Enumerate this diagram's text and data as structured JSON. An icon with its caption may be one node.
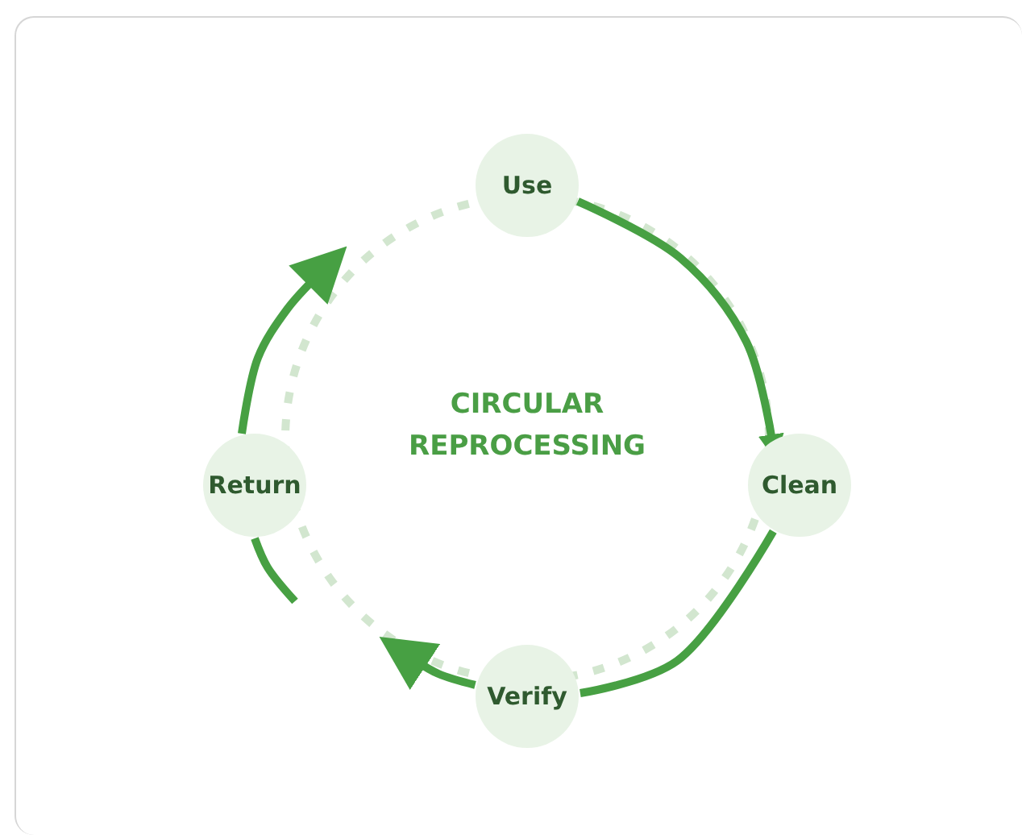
{
  "diagram": {
    "title": "CIRCULAR REPROCESSING",
    "nodes": [
      {
        "text": [
          "Use"
        ]
      },
      {
        "text": [
          "Clean"
        ]
      },
      {
        "text": [
          "Verify"
        ]
      },
      {
        "text": [
          "Return"
        ]
      }
    ],
    "edges": [
      {
        "from": 0,
        "to": 1,
        "arrow": "to"
      },
      {
        "from": 1,
        "to": 2,
        "arrow": "none"
      },
      {
        "from": 2,
        "to": null,
        "arrow": "to"
      },
      {
        "from": null,
        "to": 3,
        "arrow": "none"
      },
      {
        "from": 3,
        "to": null,
        "arrow": "to"
      }
    ]
  }
}
